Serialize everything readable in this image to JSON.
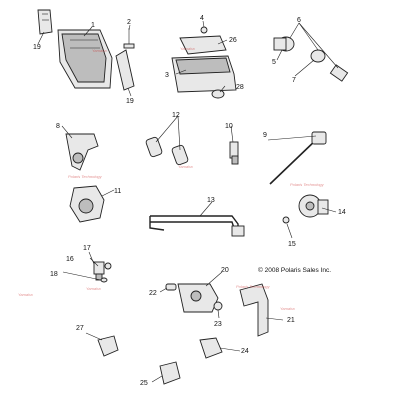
{
  "copyright": "© 2008 Polaris Sales Inc.",
  "watermark_text": "Yamaha",
  "watermark_sub": "Polaris Technology",
  "callouts": [
    "1",
    "2",
    "3",
    "4",
    "5",
    "6",
    "7",
    "8",
    "9",
    "10",
    "11",
    "12",
    "13",
    "14",
    "15",
    "16",
    "17",
    "18",
    "19",
    "20",
    "21",
    "22",
    "23",
    "24",
    "25",
    "26",
    "27",
    "28"
  ],
  "colors": {
    "ink": "#222222",
    "part_fill": "#e8e8e8",
    "watermark": "#cc3333"
  }
}
